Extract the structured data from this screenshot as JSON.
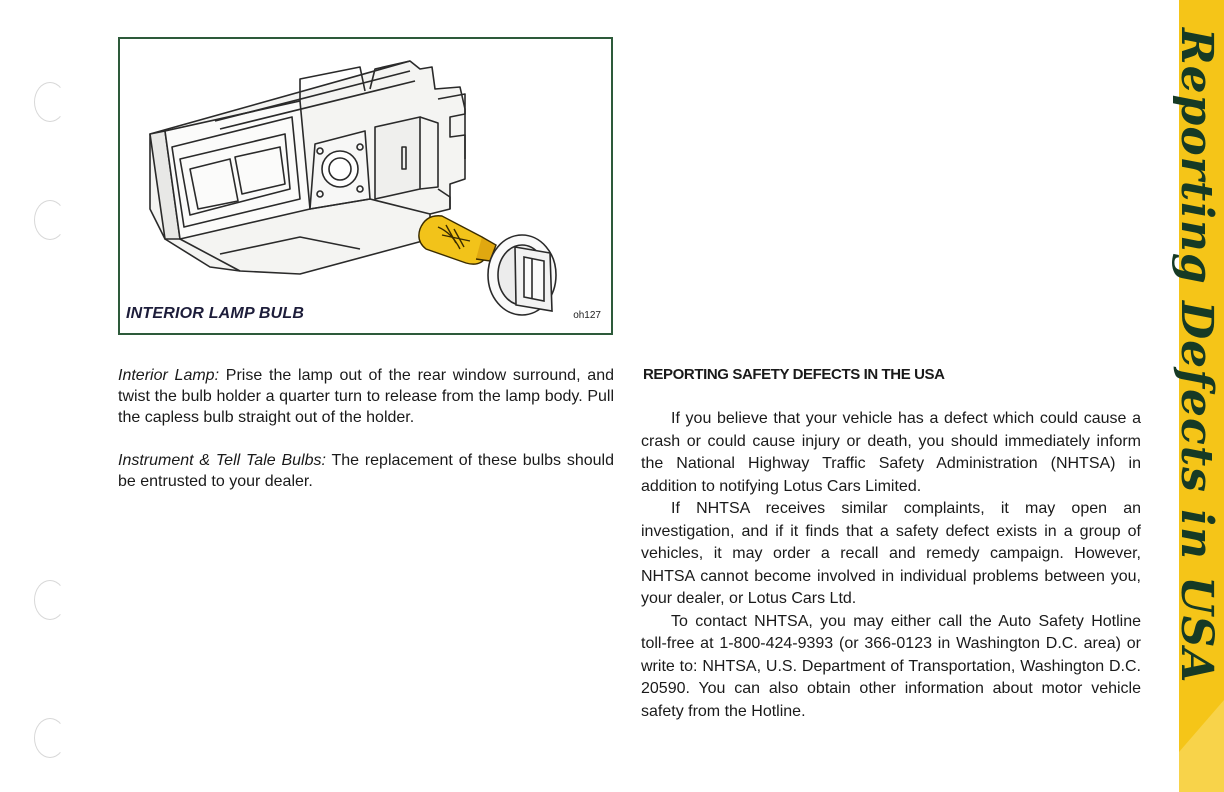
{
  "figure": {
    "caption": "INTERIOR LAMP BULB",
    "code": "oh127"
  },
  "left_column": {
    "paragraphs": [
      {
        "lead": "Interior Lamp:",
        "text": " Prise the lamp out of the rear window surround, and twist the bulb holder a quarter turn to release from the lamp body.  Pull the capless bulb straight out of the holder."
      },
      {
        "lead": "Instrument & Tell Tale Bulbs:",
        "text": " The replacement of these bulbs should be entrusted to your dealer."
      }
    ]
  },
  "right_column": {
    "heading": "REPORTING SAFETY DEFECTS IN THE USA",
    "paragraphs": [
      "If you believe that your vehicle has a defect which could cause a crash or could cause injury or death, you should immediately inform the National Highway Traffic Safety Administration (NHTSA) in addition to notifying Lotus Cars Limited.",
      "If NHTSA receives similar complaints, it may open an investigation, and if it finds that a safety defect exists in a group of vehicles, it may order a recall and remedy campaign.  However, NHTSA cannot become involved in individual problems between you, your dealer, or Lotus Cars Ltd.",
      "To contact NHTSA, you may either call the Auto Safety Hotline toll-free at 1-800-424-9393 (or 366-0123 in Washington D.C. area) or write to: NHTSA, U.S. Department of Transportation, Washington D.C. 20590.  You can also obtain other information about motor vehicle safety from the Hotline."
    ]
  },
  "side_tab": {
    "title": "Reporting Defects in USA",
    "color": "#f5c518",
    "text_color": "#163a25"
  }
}
